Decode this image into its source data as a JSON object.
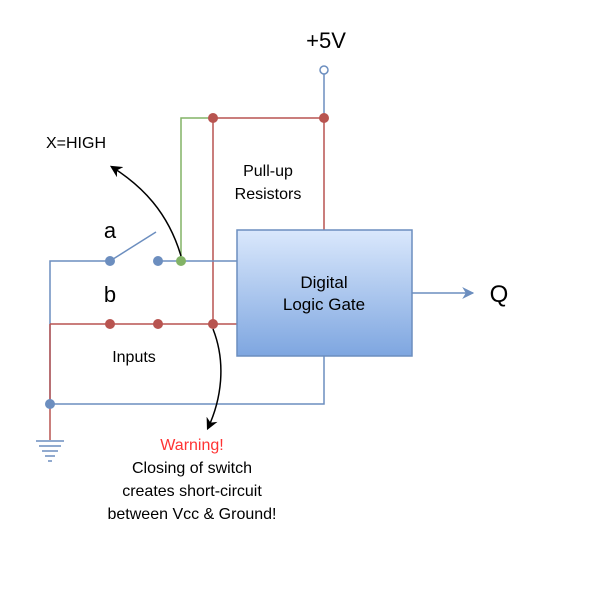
{
  "supply": {
    "label": "+5V"
  },
  "annotations": {
    "x_high": "X=HIGH",
    "pullup_line1": "Pull-up",
    "pullup_line2": "Resistors",
    "inputs": "Inputs",
    "warning_title": "Warning!",
    "warning_line1": "Closing of switch",
    "warning_line2": "creates short-circuit",
    "warning_line3": "between Vcc & Ground!"
  },
  "switches": {
    "a": "a",
    "b": "b"
  },
  "gate": {
    "line1": "Digital",
    "line2": "Logic Gate"
  },
  "output": {
    "label": "Q"
  },
  "colors": {
    "blue_wire": "#6c8ebf",
    "red_wire": "#b85450",
    "green_wire": "#82b366",
    "gate_top": "#dae8fc",
    "gate_bottom": "#7ea6e0",
    "warning": "#ff3333",
    "black": "#000000"
  }
}
